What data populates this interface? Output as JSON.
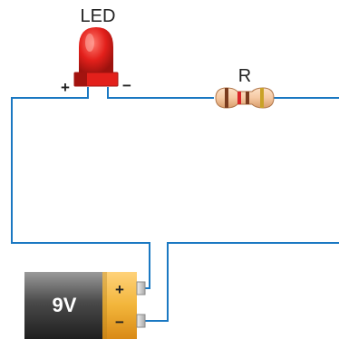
{
  "diagram": {
    "led": {
      "label": "LED",
      "plus": "+",
      "minus": "−"
    },
    "resistor": {
      "label": "R"
    },
    "battery": {
      "label": "9V",
      "plus": "+",
      "minus": "−"
    }
  },
  "colors": {
    "wire": "#1a78c2",
    "led_red": "#e3201b",
    "led_dark": "#a3130f",
    "battery_body": "#4a4a4a",
    "battery_cap": "#f2b53a",
    "resistor_body": "#f5c9a3",
    "band_brown": "#7a3b1e",
    "band_red": "#d9262a",
    "band_orange": "#f08a1c",
    "band_gold": "#c9a227",
    "terminal": "#cfcfcf"
  },
  "icons": [
    "led-icon",
    "resistor-icon",
    "battery-icon"
  ]
}
